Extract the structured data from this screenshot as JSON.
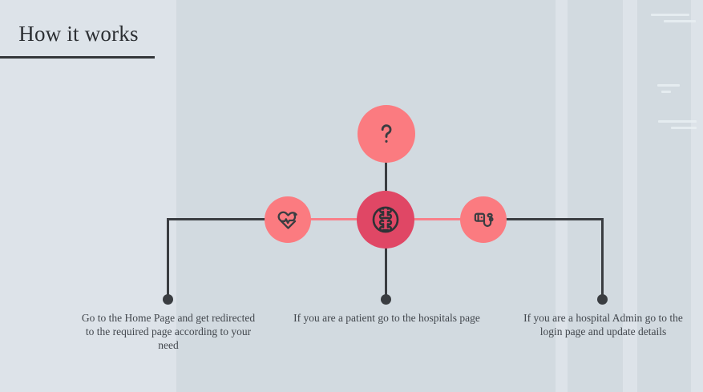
{
  "page": {
    "title": "How it works",
    "background_color": "#dce2e8",
    "band_dark_color": "#d2dae0",
    "band_light_color": "#dde3e9"
  },
  "theme": {
    "accent_light": "#fb7b80",
    "accent_dark": "#e04765",
    "rail_pink": "#f9808a",
    "connector_dark": "#3a3d41",
    "text_color": "#42474d",
    "title_color": "#2c2f33"
  },
  "nodes": [
    {
      "id": "question",
      "icon": "question-mark-icon",
      "color": "#fb7b80",
      "size": "large"
    },
    {
      "id": "heartbeat",
      "icon": "heart-pulse-icon",
      "color": "#fb7b80",
      "size": "small"
    },
    {
      "id": "hospital",
      "icon": "bone-joint-icon",
      "color": "#e04765",
      "size": "large"
    },
    {
      "id": "admin",
      "icon": "blood-pressure-monitor-icon",
      "color": "#fb7b80",
      "size": "small"
    }
  ],
  "captions": {
    "left": "Go to the Home Page and get redirected to the required page according to your need",
    "center": "If you are a patient go to the hospitals page",
    "right": "If you are a hospital Admin go to the login page and update details"
  }
}
